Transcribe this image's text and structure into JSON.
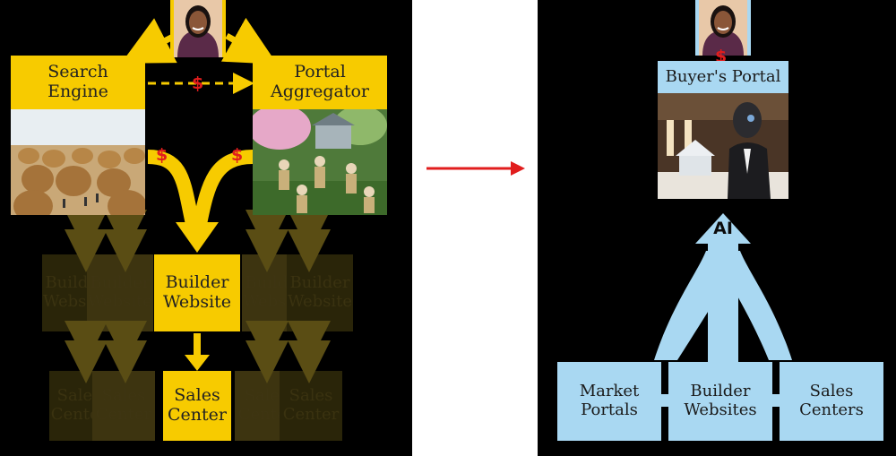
{
  "left": {
    "search_engine": "Search\nEngine",
    "portal_aggregator": "Portal\nAggregator",
    "builder_website": "Builder\nWebsite",
    "sales_center": "Sales\nCenter",
    "ghost_builder_a": "Builder\nWebsite",
    "ghost_builder_b": "Builder\nWebsite",
    "ghost_builder_c": "Builder\nWebsite",
    "ghost_builder_d": "Builder\nWebsite",
    "ghost_sales_a": "Sales\nCenter",
    "ghost_sales_b": "Sales\nCenter",
    "ghost_sales_c": "Sales\nCenter",
    "ghost_sales_d": "Sales\nCenter",
    "dollar": "$"
  },
  "right": {
    "buyers_portal": "Buyer's Portal",
    "ai_label": "AI",
    "market_portals": "Market\nPortals",
    "builder_websites": "Builder\nWebsites",
    "sales_centers": "Sales\nCenters",
    "dollar": "$"
  },
  "colors": {
    "panel": "#000000",
    "yellow": "#f7cb00",
    "blue": "#a9d8f2",
    "red": "#e11d1d",
    "divider": "#ffffff"
  }
}
